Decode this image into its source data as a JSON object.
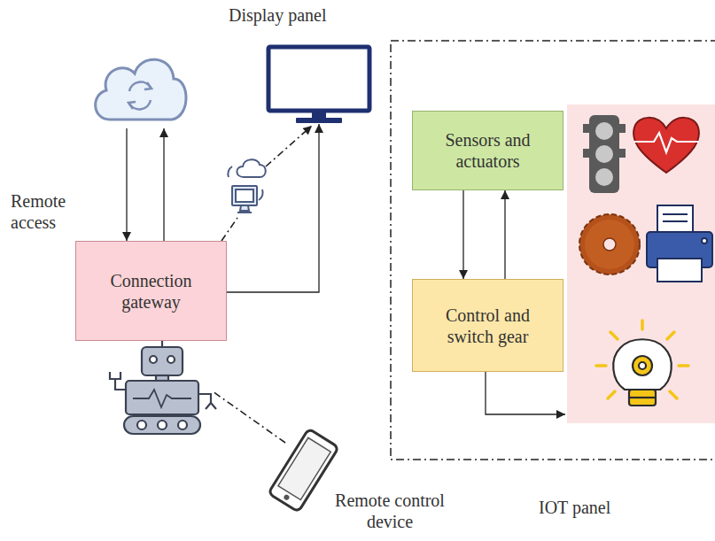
{
  "diagram": {
    "nodes": [
      {
        "text": [
          "Display panel"
        ]
      },
      {
        "text": [
          "Remote access"
        ]
      },
      {
        "text": [
          "Connection gateway"
        ]
      },
      {
        "text": [
          "IOT panel"
        ]
      },
      {
        "text": [
          "Sensors and actuators"
        ],
        "in": 3
      },
      {
        "text": [
          "Control and switch gear"
        ],
        "in": 3
      },
      {
        "text": [
          "Remote control device"
        ]
      }
    ],
    "edges": [
      {
        "from": 2,
        "to": 1,
        "arrow": "to"
      },
      {
        "from": 1,
        "to": 2,
        "arrow": "to"
      },
      {
        "from": 2,
        "to": 0,
        "arrow": "to"
      },
      {
        "from": 4,
        "to": 5,
        "arrow": "to"
      },
      {
        "from": 5,
        "to": 4,
        "arrow": "to"
      }
    ]
  }
}
